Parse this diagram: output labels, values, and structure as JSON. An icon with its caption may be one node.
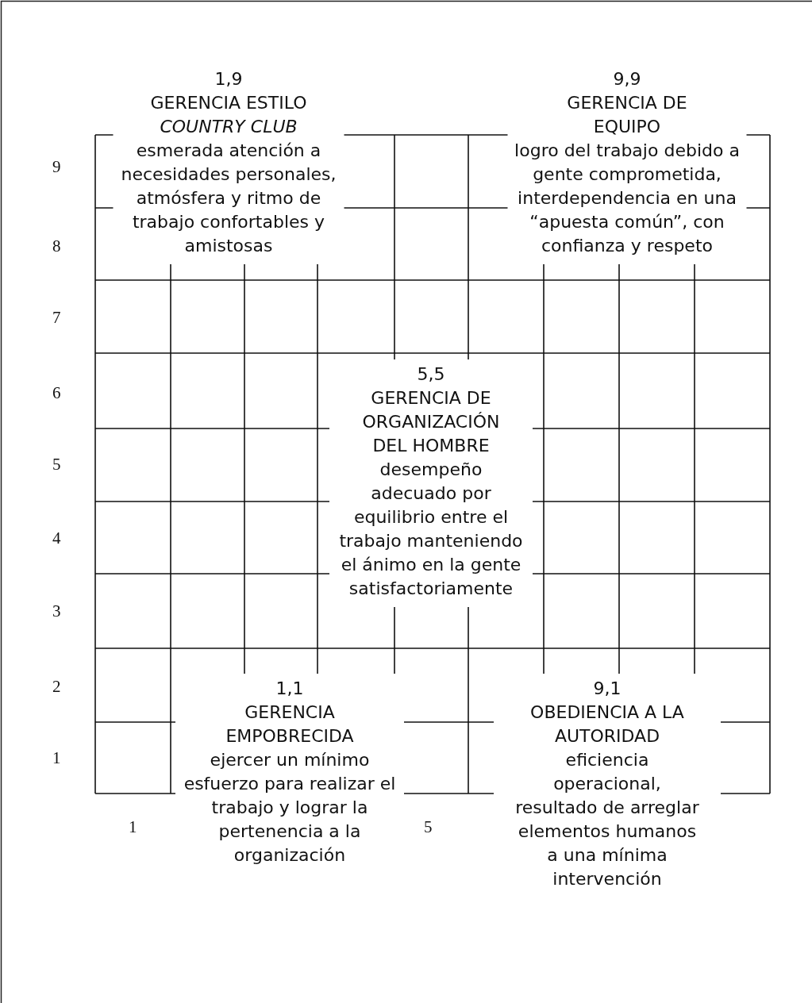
{
  "diagram": {
    "labels": [
      "1,9",
      "GERENCIA ESTILO *COUNTRY CLUB*",
      "esmerada atención a necesidades personales, atmósfera y ritmo de trabajo confortables y amistosas",
      "9,9",
      "GERENCIA DE EQUIPO",
      "logro del trabajo debido a gente comprometida, interdependencia en una “apuesta común”, con confianza y respeto",
      "9",
      "8",
      "7",
      "6",
      "5,5",
      "GERENCIA DE ORGANIZACIÓN DEL HOMBRE",
      "desempeño adecuado por equilibrio entre el trabajo manteniendo el ánimo en la gente satisfactoriamente",
      "5",
      "4",
      "3",
      "2",
      "1,1",
      "GERENCIA EMPOBRECIDA",
      "ejercer un mínimo esfuerzo para realizar el trabajo y lograr la pertenencia a la organización",
      "9,1",
      "OBEDIENCIA A LA AUTORIDAD",
      "eficiencia operacional, resultado de arreglar elementos humanos a una mínima intervención",
      "1",
      "1",
      "5"
    ]
  }
}
